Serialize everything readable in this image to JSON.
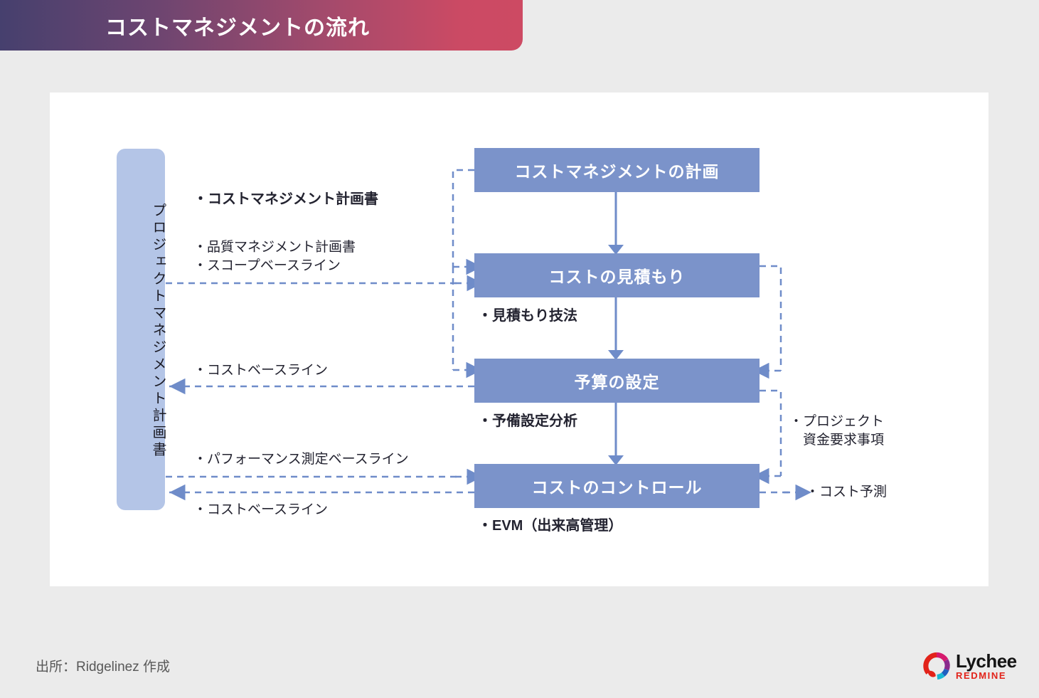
{
  "header": {
    "title": "コストマネジメントの流れ",
    "gradient_from": "#46406e",
    "gradient_to": "#cd4a63"
  },
  "theme": {
    "page_background": "#ebebeb",
    "panel_background": "#ffffff",
    "process_box_color": "#7b93ca",
    "side_box_color": "#b4c5e7",
    "connector_color": "#6f8cc9",
    "text_color": "#232330"
  },
  "diagram": {
    "side_box": {
      "label": "プロジェクトマネジメント計画書"
    },
    "processes": [
      {
        "id": "plan",
        "label": "コストマネジメントの計画"
      },
      {
        "id": "estimate",
        "label": "コストの見積もり"
      },
      {
        "id": "budget",
        "label": "予算の設定"
      },
      {
        "id": "control",
        "label": "コストのコントロール"
      }
    ],
    "left_annotations": [
      {
        "id": "cost-management-plan",
        "text": "・コストマネジメント計画書",
        "bold": true
      },
      {
        "id": "quality-management-plan",
        "text": "・品質マネジメント計画書",
        "bold": false
      },
      {
        "id": "scope-baseline",
        "text": "・スコープベースライン",
        "bold": false
      },
      {
        "id": "cost-baseline-upper",
        "text": "・コストベースライン",
        "bold": false
      },
      {
        "id": "performance-baseline",
        "text": "・パフォーマンス測定ベースライン",
        "bold": false
      },
      {
        "id": "cost-baseline-lower",
        "text": "・コストベースライン",
        "bold": false
      }
    ],
    "technique_annotations": [
      {
        "id": "estimating-techniques",
        "text": "・見積もり技法",
        "bold": true
      },
      {
        "id": "reserve-analysis",
        "text": "・予備設定分析",
        "bold": true
      },
      {
        "id": "evm",
        "text": "・EVM（出来高管理）",
        "bold": true
      }
    ],
    "right_annotations": [
      {
        "id": "project-funding-requirements",
        "line1": "・プロジェクト",
        "line2": "　資金要求事項"
      },
      {
        "id": "cost-forecast",
        "text": "・コスト予測"
      }
    ]
  },
  "footer": {
    "source": "出所：Ridgelinez 作成",
    "logo": {
      "primary": "Lychee",
      "secondary": "REDMINE",
      "ring_colors": [
        "#e2231a",
        "#d61a6e",
        "#8a2a8c",
        "#1f5fc0",
        "#18b8d4",
        "#e2231a"
      ]
    }
  }
}
